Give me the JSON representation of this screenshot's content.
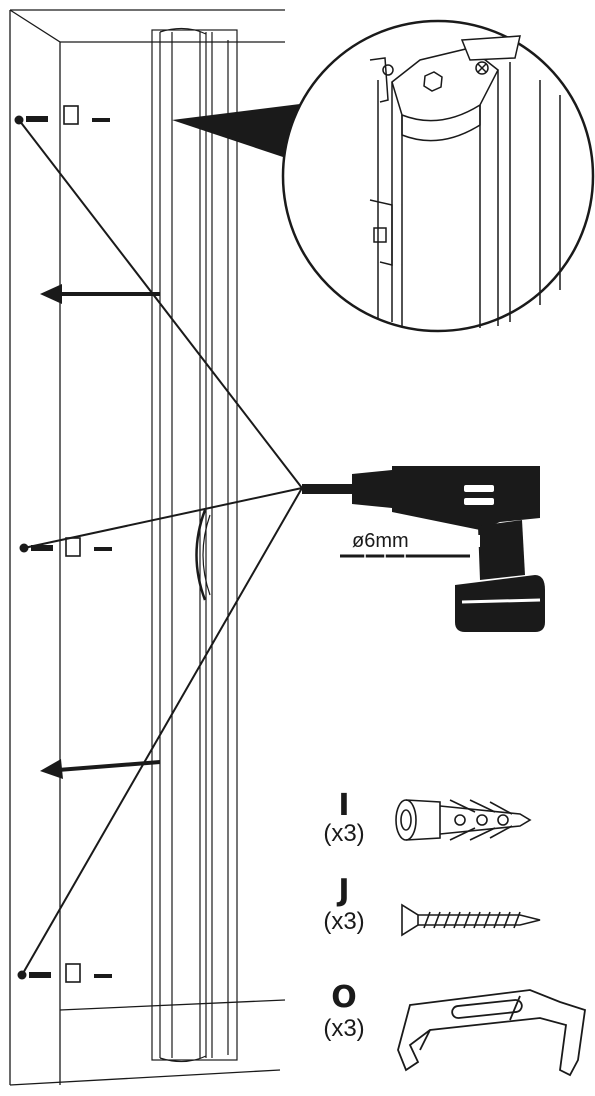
{
  "drill": {
    "bit_label": "ø6mm"
  },
  "parts": [
    {
      "letter": "I",
      "quantity": "(x3)",
      "icon": "wall-plug-icon"
    },
    {
      "letter": "J",
      "quantity": "(x3)",
      "icon": "wood-screw-icon"
    },
    {
      "letter": "O",
      "quantity": "(x3)",
      "icon": "mounting-bracket-icon"
    }
  ],
  "colors": {
    "line": "#1a1a1a",
    "fill": "#1a1a1a",
    "paper": "#ffffff"
  }
}
